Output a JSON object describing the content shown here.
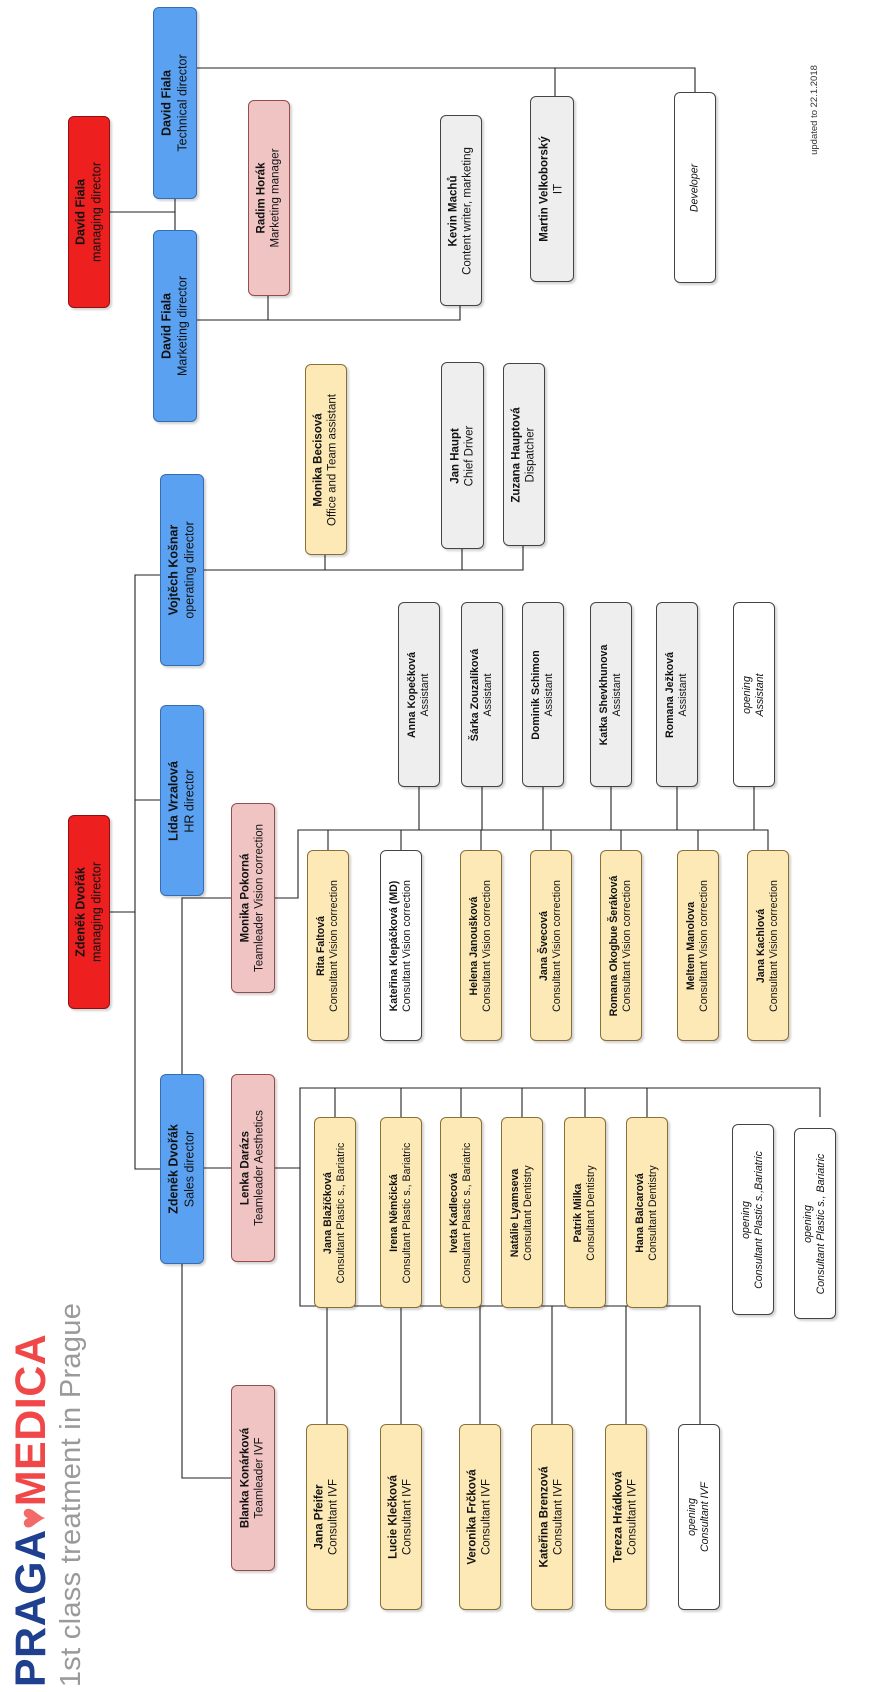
{
  "logo": {
    "part1": "PRAGA",
    "heart": "♥",
    "part2": "MEDICA",
    "tagline": "1st class treatment in Prague"
  },
  "updated": "updated to 22.1.2018",
  "nodes": [
    {
      "id": "md2",
      "name": "David Fiala",
      "role": "managing director"
    },
    {
      "id": "td",
      "name": "David Fiala",
      "role": "Technical director"
    },
    {
      "id": "mkd",
      "name": "David Fiala",
      "role": "Marketing director"
    },
    {
      "id": "rh",
      "name": "Radim Horák",
      "role": "Marketing manager"
    },
    {
      "id": "km",
      "name": "Kevin Machů",
      "role": "Content writer, marketing"
    },
    {
      "id": "mv",
      "name": "Martin Velkoborský",
      "role": "IT"
    },
    {
      "id": "dev",
      "name": "",
      "role": "Developer"
    },
    {
      "id": "md1",
      "name": "Zdeněk Dvořák",
      "role": "managing director"
    },
    {
      "id": "lv",
      "name": "Lída Vrzalová",
      "role": "HR director"
    },
    {
      "id": "vk",
      "name": "Vojtěch Košnar",
      "role": "operating director"
    },
    {
      "id": "mb",
      "name": "Monika Becisová",
      "role": "Office and Team assistant"
    },
    {
      "id": "jh",
      "name": "Jan Haupt",
      "role": "Chief Driver"
    },
    {
      "id": "zh",
      "name": "Zuzana Hauptová",
      "role": "Dispatcher"
    },
    {
      "id": "sd",
      "name": "Zdeněk Dvořák",
      "role": "Sales director"
    },
    {
      "id": "bk",
      "name": "Blanka Konárková",
      "role": "Teamleader IVF"
    },
    {
      "id": "ld",
      "name": "Lenka Darázs",
      "role": "Teamleader Aesthetics"
    },
    {
      "id": "mp",
      "name": "Monika Pokorná",
      "role": "Teamleader Vision correction"
    },
    {
      "id": "ivf1",
      "name": "Jana Pfeifer",
      "role": "Consultant IVF"
    },
    {
      "id": "ivf2",
      "name": "Lucie Klečková",
      "role": "Consultant IVF"
    },
    {
      "id": "ivf3",
      "name": "Veronika Frčková",
      "role": "Consultant IVF"
    },
    {
      "id": "ivf4",
      "name": "Kateřina Brenzová",
      "role": "Consultant IVF"
    },
    {
      "id": "ivf5",
      "name": "Tereza Hrádková",
      "role": "Consultant IVF"
    },
    {
      "id": "ivf6",
      "name": "opening",
      "role": "Consultant IVF"
    },
    {
      "id": "ae1",
      "name": "Jana Blažíčková",
      "role": "Consultant Plastic s., Bariatric"
    },
    {
      "id": "ae2",
      "name": "Irena Němčická",
      "role": "Consultant Plastic s., Bariatric"
    },
    {
      "id": "ae3",
      "name": "Iveta Kadlecová",
      "role": "Consultant Plastic s., Bariatric"
    },
    {
      "id": "ae4",
      "name": "Natálie Lyamseva",
      "role": "Consultant Dentistry"
    },
    {
      "id": "ae5",
      "name": "Patrik Milka",
      "role": "Consultant Dentistry"
    },
    {
      "id": "ae6",
      "name": "Hana Balcarová",
      "role": "Consultant Dentistry"
    },
    {
      "id": "ae7",
      "name": "opening",
      "role": "Consultant Plastic s.,Bariatric"
    },
    {
      "id": "ae8",
      "name": "opening",
      "role": "Consultant Plastic s., Bariatric"
    },
    {
      "id": "vc1",
      "name": "Rita Faltová",
      "role": "Consultant Vision correction"
    },
    {
      "id": "vc2",
      "name": "Kateřina Klepáčková (MD)",
      "role": "Consultant Vision correction"
    },
    {
      "id": "vc3",
      "name": "Helena Janoušková",
      "role": "Consultant Vision correction"
    },
    {
      "id": "vc4",
      "name": "Jana Švecová",
      "role": "Consultant Vision correction"
    },
    {
      "id": "vc5",
      "name": "Romana Okogbue Šeráková",
      "role": "Consultant Vision correction"
    },
    {
      "id": "vc6",
      "name": "Meltem Manolova",
      "role": "Consultant Vision correction"
    },
    {
      "id": "vc7",
      "name": "Jana Kachlová",
      "role": "Consultant Vision correction"
    },
    {
      "id": "as1",
      "name": "Anna Kopečková",
      "role": "Assistant"
    },
    {
      "id": "as2",
      "name": "Šárka Zouzalíková",
      "role": "Assistant"
    },
    {
      "id": "as3",
      "name": "Dominik Schimon",
      "role": "Assistant"
    },
    {
      "id": "as4",
      "name": "Katka Shevkhunova",
      "role": "Assistant"
    },
    {
      "id": "as5",
      "name": "Romana Ježková",
      "role": "Assistant"
    },
    {
      "id": "as6",
      "name": "opening",
      "role": "Assistant"
    }
  ]
}
